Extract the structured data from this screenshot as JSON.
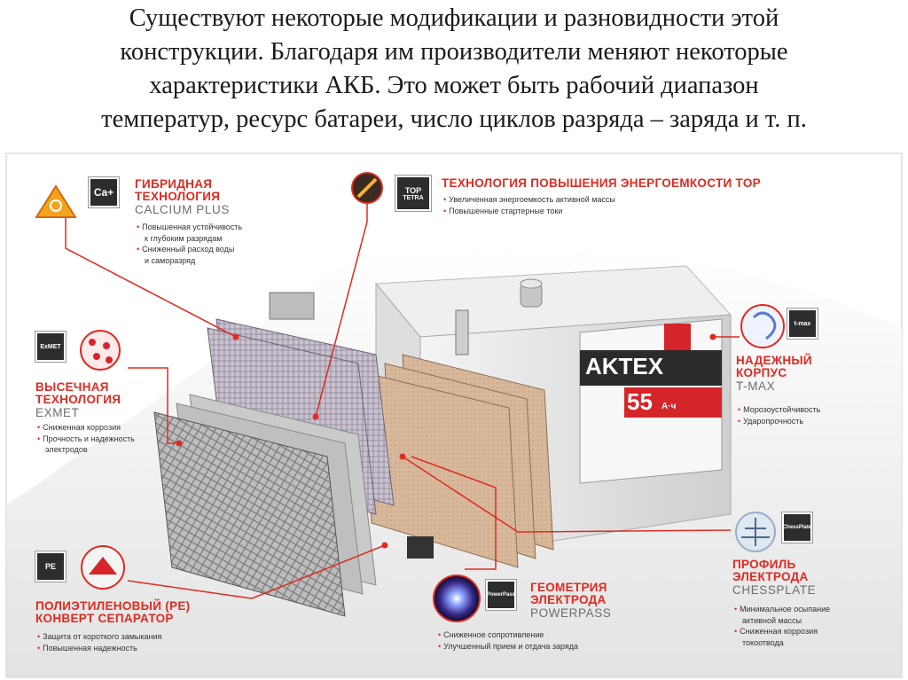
{
  "slide": {
    "title": "Существуют некоторые модификации и разновидности этой\nконструкции. Благодаря им производители меняют некоторые\nхарактеристики АКБ. Это может быть рабочий диапазон\nтемператур, ресурс батареи, число циклов разряда – заряда и т. п."
  },
  "battery": {
    "brand": "AKTEX",
    "capacity": "55",
    "unit": "А·ч"
  },
  "features": {
    "hybrid": {
      "title1": "ГИБРИДНАЯ",
      "title2": "ТЕХНОЛОГИЯ",
      "subtitle": "CALCIUM PLUS",
      "icon_text": "Ca+",
      "bullets": [
        "Повышенная устойчивость",
        "к глубоким разрядам",
        "Сниженный расход воды",
        "и саморазряд"
      ]
    },
    "top": {
      "title": "ТЕХНОЛОГИЯ ПОВЫШЕНИЯ ЭНЕРГОЕМКОСТИ TOP",
      "icon_text": "TOP",
      "icon_sub": "TETRA",
      "bullets": [
        "Увеличенная энергоемкость активной массы",
        "Повышенные стартерные токи"
      ]
    },
    "exmet": {
      "title1": "ВЫСЕЧНАЯ",
      "title2": "ТЕХНОЛОГИЯ",
      "subtitle": "EXMET",
      "icon_text": "ExMET",
      "bullets": [
        "Сниженная коррозия",
        "Прочность и надежность",
        "электродов"
      ]
    },
    "tmax": {
      "title1": "НАДЕЖНЫЙ",
      "title2": "КОРПУС",
      "subtitle": "T-MAX",
      "icon_text": "t-max",
      "bullets": [
        "Морозоустойчивость",
        "Ударопрочность"
      ]
    },
    "chessplate": {
      "title1": "ПРОФИЛЬ",
      "title2": "ЭЛЕКТРОДА",
      "subtitle": "CHESSPLATE",
      "icon_text": "ChessPlate",
      "bullets": [
        "Минимальное осыпание",
        "активной массы",
        "Сниженная коррозия",
        "токоотвода"
      ]
    },
    "powerpass": {
      "title1": "ГЕОМЕТРИЯ",
      "title2": "ЭЛЕКТРОДА",
      "subtitle": "POWERPASS",
      "icon_text": "PowerPass",
      "bullets": [
        "Сниженное сопротивление",
        "Улучшенный прием и отдача заряда"
      ]
    },
    "pe": {
      "title1": "ПОЛИЭТИЛЕНОВЫЙ (PE)",
      "title2": "КОНВЕРТ СЕПАРАТОР",
      "icon_text": "PE",
      "bullets": [
        "Защита от короткого замыкания",
        "Повышенная надежность"
      ]
    }
  }
}
